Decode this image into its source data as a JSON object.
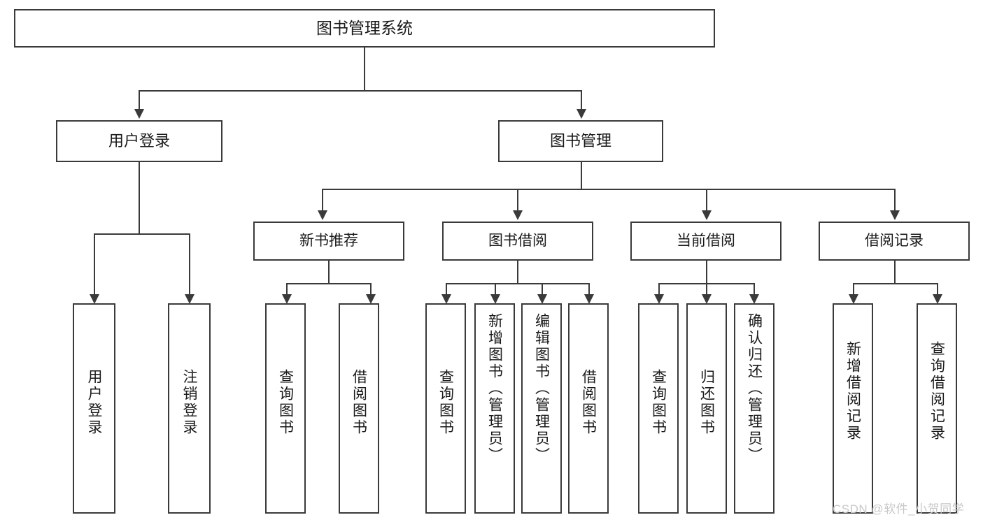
{
  "diagram": {
    "type": "tree",
    "title": "图书管理系统",
    "root": {
      "label": "图书管理系统"
    },
    "level1": [
      {
        "label": "用户登录"
      },
      {
        "label": "图书管理"
      }
    ],
    "level2": [
      {
        "label": "新书推荐"
      },
      {
        "label": "图书借阅"
      },
      {
        "label": "当前借阅"
      },
      {
        "label": "借阅记录"
      }
    ],
    "leaves": {
      "user_login": [
        {
          "label": "用户登录"
        },
        {
          "label": "注销登录"
        }
      ],
      "new_book_recommend": [
        {
          "label": "查询图书"
        },
        {
          "label": "借阅图书"
        }
      ],
      "book_borrow": [
        {
          "label": "查询图书"
        },
        {
          "label": "新增图书（管理员）"
        },
        {
          "label": "编辑图书（管理员）"
        },
        {
          "label": "借阅图书"
        }
      ],
      "current_borrow": [
        {
          "label": "查询图书"
        },
        {
          "label": "归还图书"
        },
        {
          "label": "确认归还（管理员）"
        }
      ],
      "borrow_record": [
        {
          "label": "新增借阅记录"
        },
        {
          "label": "查询借阅记录"
        }
      ]
    }
  },
  "watermark": {
    "text": "CSDN @软件_小贺同学"
  },
  "colors": {
    "border": "#3a3a3a",
    "text": "#1a1a1a",
    "background": "#ffffff",
    "watermark": "#c8c8c8"
  }
}
